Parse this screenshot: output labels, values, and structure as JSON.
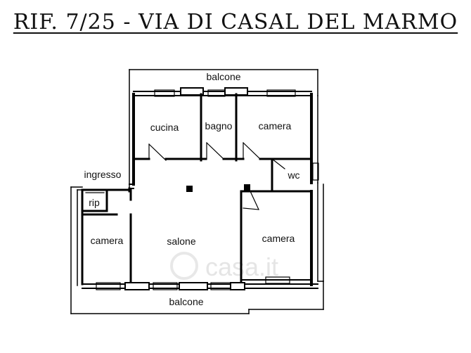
{
  "title": "RIF. 7/25 - VIA DI CASAL DEL MARMO",
  "rooms": {
    "balcone_top": "balcone",
    "cucina": "cucina",
    "bagno": "bagno",
    "camera_top": "camera",
    "wc": "wc",
    "ingresso": "ingresso",
    "rip": "rip",
    "camera_left": "camera",
    "salone": "salone",
    "camera_right": "camera",
    "balcone_bottom": "balcone"
  },
  "watermark": "casa.it"
}
